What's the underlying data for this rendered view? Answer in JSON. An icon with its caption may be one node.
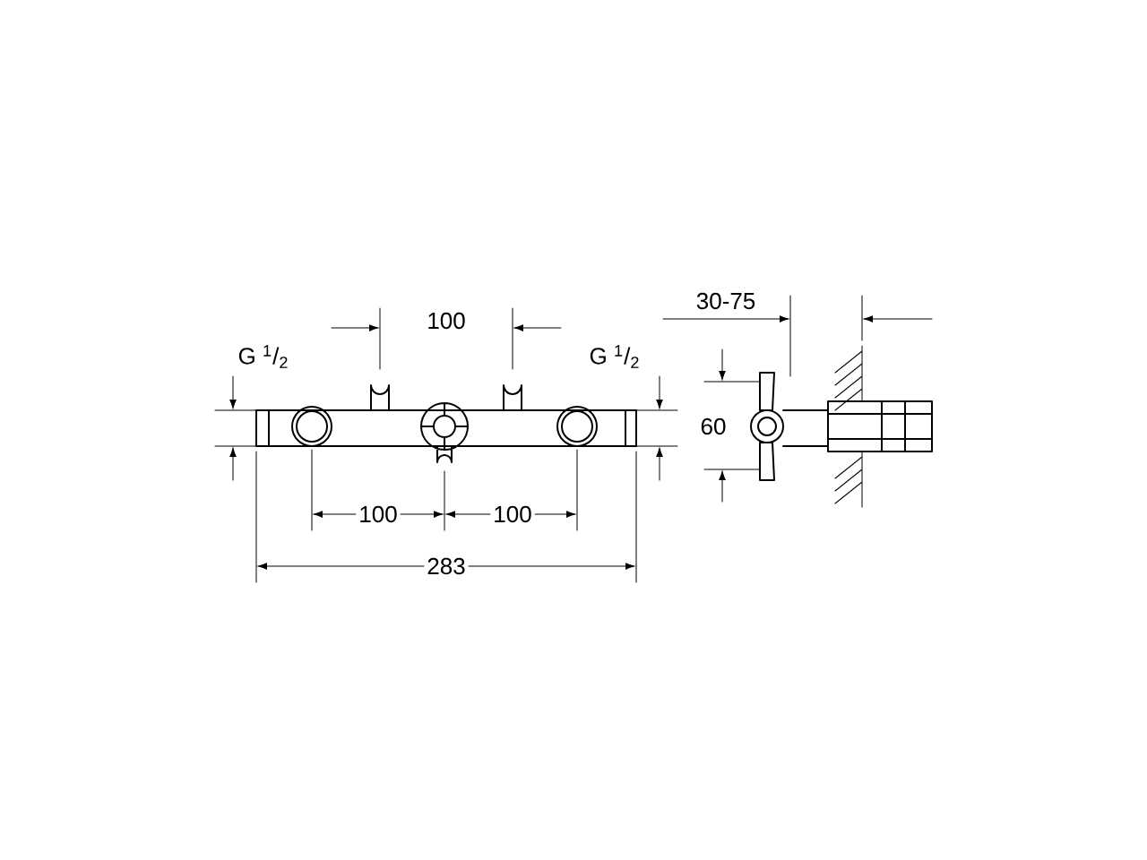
{
  "diagram": {
    "labels": [
      "30-75",
      "100",
      "G $^{1}$/$_{2}$",
      "G $^{1}$/$_{2}$",
      "60",
      "100",
      "100",
      "283"
    ]
  }
}
